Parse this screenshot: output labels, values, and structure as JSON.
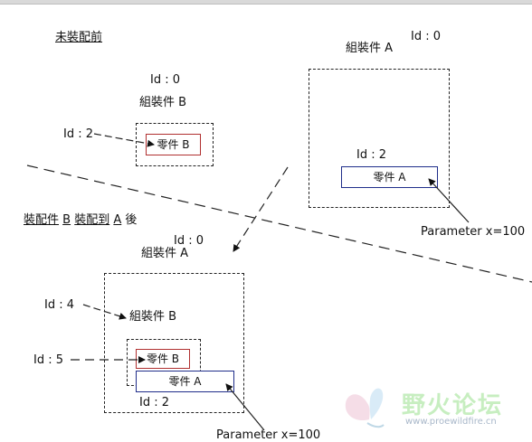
{
  "before": {
    "title": "未裝配前",
    "subassy_b": {
      "id": "Id : 0",
      "name": "組裝件 B",
      "part_id": "Id : 2",
      "part": "零件 B"
    },
    "subassy_a": {
      "id": "Id : 0",
      "name": "組裝件 A",
      "part_id": "Id : 2",
      "part": "零件 A",
      "param": "Parameter x=100"
    }
  },
  "after": {
    "title_parts": [
      "裝配件",
      "B",
      "裝配到",
      "A",
      "後"
    ],
    "top_id": "Id : 0",
    "top_name": "組裝件 A",
    "sub_id": "Id : 4",
    "sub_name": "組裝件 B",
    "part_b_id": "Id : 5",
    "part_b": "零件 B",
    "part_a": "零件 A",
    "part_a_id": "Id : 2",
    "param": "Parameter x=100"
  },
  "watermark": {
    "text": "野火论坛",
    "url": "www.proewildfire.cn"
  }
}
